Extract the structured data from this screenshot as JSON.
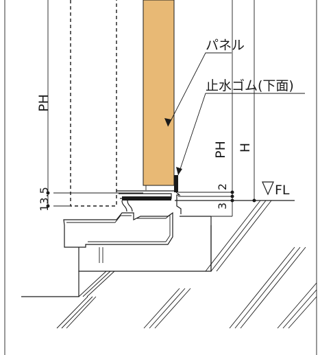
{
  "labels": {
    "panel": "パネル",
    "seal": "止水ゴム(下面)",
    "ph_left": "PH",
    "ph_right": "PH",
    "h": "H",
    "fl": "FL",
    "dim_13_5": "13.5",
    "dim_2": "2",
    "dim_3": "3"
  },
  "colors": {
    "panel_fill": "#e8b975",
    "line": "#1a1a1a"
  }
}
